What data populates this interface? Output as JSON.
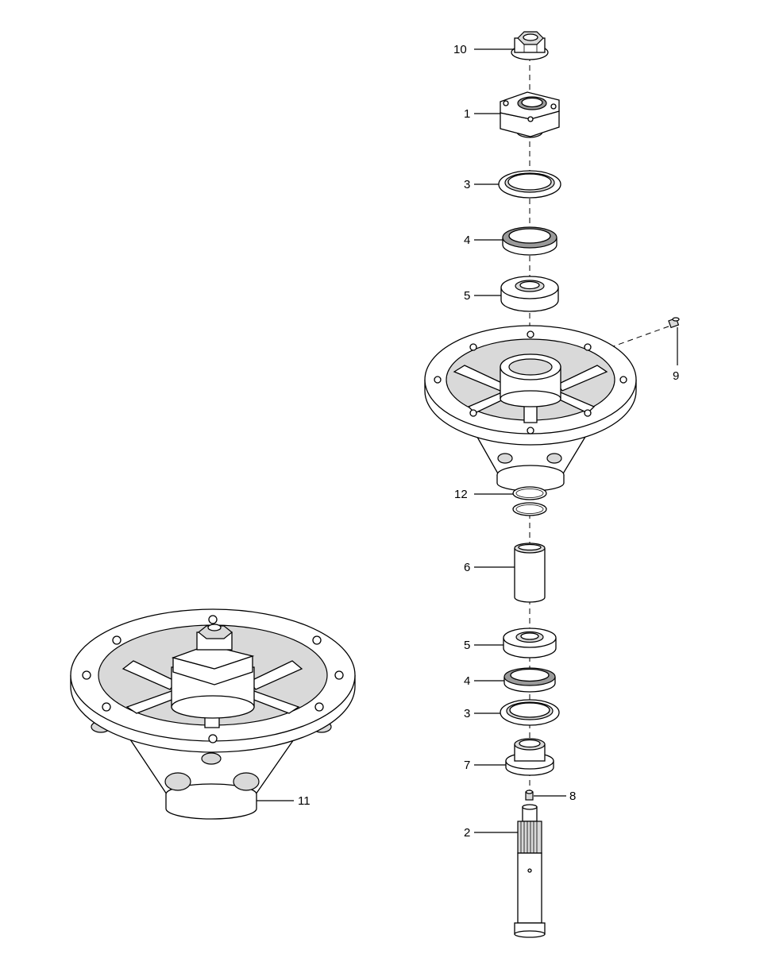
{
  "diagram": {
    "callouts": [
      {
        "id": "c10",
        "text": "10"
      },
      {
        "id": "c1",
        "text": "1"
      },
      {
        "id": "c3a",
        "text": "3"
      },
      {
        "id": "c4a",
        "text": "4"
      },
      {
        "id": "c5a",
        "text": "5"
      },
      {
        "id": "c9",
        "text": "9"
      },
      {
        "id": "c12",
        "text": "12"
      },
      {
        "id": "c6",
        "text": "6"
      },
      {
        "id": "c5b",
        "text": "5"
      },
      {
        "id": "c4b",
        "text": "4"
      },
      {
        "id": "c3b",
        "text": "3"
      },
      {
        "id": "c7",
        "text": "7"
      },
      {
        "id": "c8",
        "text": "8"
      },
      {
        "id": "c2",
        "text": "2"
      },
      {
        "id": "c11",
        "text": "11"
      }
    ]
  }
}
